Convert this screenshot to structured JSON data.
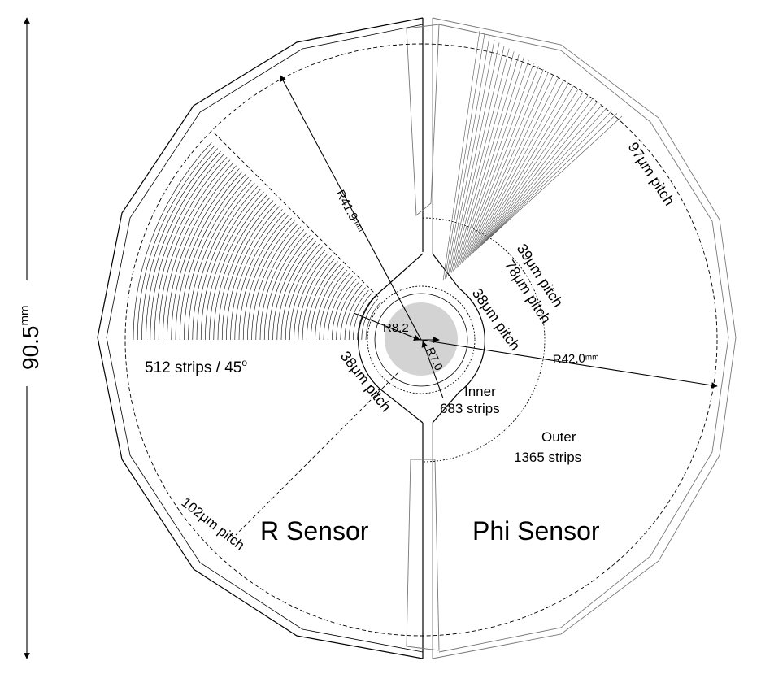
{
  "dimension": {
    "overall_label": "90.5",
    "overall_unit": "mm"
  },
  "radii": {
    "r_outer_label": "R41.9",
    "r_outer_unit": "mm",
    "phi_outer_label": "R42.0",
    "phi_outer_unit": "mm",
    "inner_cutout_label": "R8.2",
    "inner_active_label": "R7.0"
  },
  "r_sensor": {
    "title": "R Sensor",
    "strips_label": "512 strips / 45",
    "strips_degree_sign": "o",
    "inner_pitch": "38μm pitch",
    "outer_pitch": "102μm pitch"
  },
  "phi_sensor": {
    "title": "Phi Sensor",
    "outer_pitch": "97μm pitch",
    "pitch_39": "39μm pitch",
    "pitch_78": "78μm pitch",
    "inner_pitch": "38μm pitch",
    "inner_region": "Inner",
    "inner_strips": "683 strips",
    "outer_region": "Outer",
    "outer_strips": "1365 strips"
  },
  "colors": {
    "line": "#000000",
    "center_fill": "#d3d3d3",
    "grey_line": "#777777"
  }
}
